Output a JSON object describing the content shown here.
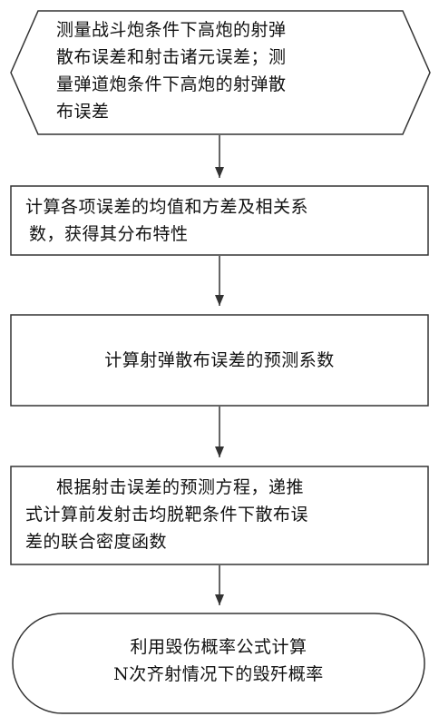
{
  "flowchart": {
    "steps": [
      {
        "shape": "hexagon",
        "lines": [
          "测量战斗炮条件下高炮的射弹",
          "散布误差和射击诸元误差；测",
          "量弹道炮条件下高炮的射弹散",
          "布误差"
        ]
      },
      {
        "shape": "rectangle",
        "lines": [
          "计算各项误差的均值和方差及相关系",
          "数，获得其分布特性"
        ]
      },
      {
        "shape": "rectangle",
        "lines": [
          "计算射弹散布误差的预测系数"
        ]
      },
      {
        "shape": "rectangle",
        "lines": [
          "根据射击误差的预测方程，递推",
          "式计算前发射击均脱靶条件下散布误",
          "差的联合密度函数"
        ]
      },
      {
        "shape": "terminal",
        "lines": [
          "利用毁伤概率公式计算",
          "N次齐射情况下的毁歼概率"
        ]
      }
    ],
    "colors": {
      "stroke": "#333333",
      "fill": "#ffffff",
      "text": "#111111"
    }
  }
}
